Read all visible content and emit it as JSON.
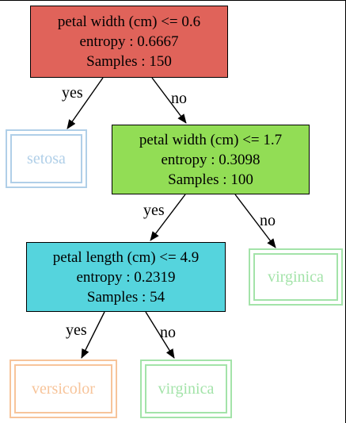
{
  "colors": {
    "root_fill": "#e0635a",
    "split_fill_a": "#92dd55",
    "split_fill_b": "#55d4dd",
    "setosa": "#b0cfe8",
    "versicolor": "#f7c49a",
    "virginica": "#a3e3a9",
    "edge": "#000000"
  },
  "nodes": {
    "root": {
      "condition": "petal width (cm) <= 0.6",
      "entropy": "entropy : 0.6667",
      "samples": "Samples : 150"
    },
    "pw17": {
      "condition": "petal width (cm) <= 1.7",
      "entropy": "entropy : 0.3098",
      "samples": "Samples : 100"
    },
    "pl49": {
      "condition": "petal length (cm) <= 4.9",
      "entropy": "entropy : 0.2319",
      "samples": "Samples : 54"
    }
  },
  "leaves": {
    "setosa": "setosa",
    "virginica_a": "virginica",
    "versicolor": "versicolor",
    "virginica_b": "virginica"
  },
  "edge_labels": {
    "root_yes": "yes",
    "root_no": "no",
    "pw17_yes": "yes",
    "pw17_no": "no",
    "pl49_yes": "yes",
    "pl49_no": "no"
  }
}
